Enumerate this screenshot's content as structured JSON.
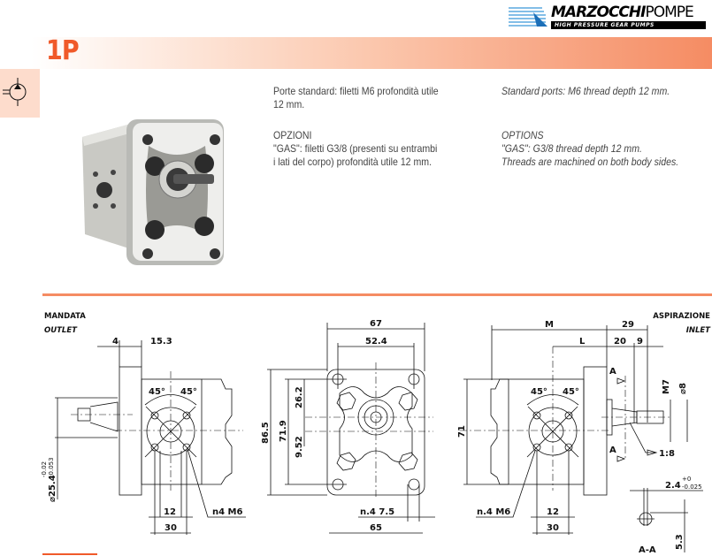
{
  "header": {
    "brand": "MARZOCCHI",
    "brand_suffix": "POMPE",
    "tagline": "HIGH PRESSURE GEAR PUMPS",
    "product_code": "1P",
    "accent_color": "#f05a2a",
    "band_color": "#f58c63",
    "symbol_icon": "hydraulic-pump-symbol"
  },
  "description": {
    "it_ports": "Porte standard: filetti M6 profondità utile",
    "it_ports_2": "12 mm.",
    "it_options_title": "OPZIONI",
    "it_options_1": "\"GAS\": filetti G3/8 (presenti su entrambi",
    "it_options_2": "i lati del corpo) profondità utile 12 mm.",
    "en_ports": "Standard ports: M6 thread depth 12 mm.",
    "en_options_title": "OPTIONS",
    "en_options_1": "\"GAS\": G3/8 thread depth 12 mm.",
    "en_options_2": "Threads are machined on both body sides."
  },
  "drawings": {
    "outlet": {
      "label_it": "MANDATA",
      "label_en": "OUTLET",
      "dim_4": "4",
      "dim_15_3": "15.3",
      "shaft_dia": "⌀25.4",
      "tol_upper": "-0.02",
      "tol_lower": "-0.053",
      "angle_1": "45°",
      "angle_2": "45°",
      "dim_12": "12",
      "dim_30": "30",
      "thread": "n4  M6"
    },
    "front": {
      "dim_67": "67",
      "dim_52_4": "52.4",
      "dim_86_5": "86.5",
      "dim_71_9": "71.9",
      "dim_26_2": "26.2",
      "dim_9_52": "9.52",
      "holes": "n.4  7.5",
      "dim_65": "65"
    },
    "inlet": {
      "label_it": "ASPIRAZIONE",
      "label_en": "INLET",
      "dim_M": "M",
      "dim_29": "29",
      "dim_L": "L",
      "dim_20": "20",
      "dim_9": "9",
      "dim_71": "71",
      "section_mark": "A",
      "thread_M7": "M7",
      "dia_8": "⌀8",
      "taper": "1:8",
      "key_width": "2.4",
      "key_tol_upper": "+0",
      "key_tol_lower": "-0.025",
      "section_label": "A-A",
      "dim_5_3": "5.3",
      "angle_1": "45°",
      "angle_2": "45°",
      "thread": "n.4  M6",
      "dim_12": "12",
      "dim_30": "30"
    }
  }
}
